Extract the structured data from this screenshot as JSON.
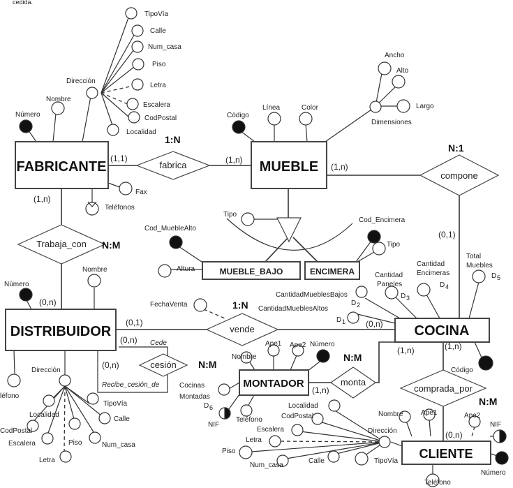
{
  "caption": "cedida.",
  "entities": {
    "fabricante": "FABRICANTE",
    "mueble": "MUEBLE",
    "mueble_bajo": "MUEBLE_BAJO",
    "encimera": "ENCIMERA",
    "distribuidor": "DISTRIBUIDOR",
    "cocina": "COCINA",
    "montador": "MONTADOR",
    "cliente": "CLIENTE"
  },
  "relationships": {
    "fabrica": "fabrica",
    "compone": "compone",
    "trabaja_con": "Trabaja_con",
    "vende": "vende",
    "cesion": "cesión",
    "monta": "monta",
    "comprada_por": "comprada_por"
  },
  "multiplicities": {
    "fabrica": "1:N",
    "compone": "N:1",
    "trabaja_con": "N:M",
    "vende": "1:N",
    "cesion": "N:M",
    "monta": "N:M",
    "comprada_por": "N:M"
  },
  "cardinalities": {
    "fabricante_fabrica": "(1,1)",
    "mueble_fabrica": "(1,n)",
    "mueble_compone": "(1,n)",
    "cocina_compone": "(0,1)",
    "fabricante_trabaja": "(1,n)",
    "distribuidor_trabaja": "(0,n)",
    "distribuidor_vende": "(0,1)",
    "cocina_vende": "(0,n)",
    "cesion_cede": "(0,n)",
    "cesion_recibe": "(0,n)",
    "cocina_monta": "(1,n)",
    "montador_monta": "(1,n)",
    "cocina_comprada": "(1,n)",
    "cliente_comprada": "(0,n)"
  },
  "roles": {
    "cede": "Cede",
    "recibe": "Recibe_cesión_de"
  },
  "attributes": {
    "fab_tipovia": "TipoVía",
    "fab_calle": "Calle",
    "fab_numcasa": "Num_casa",
    "fab_piso": "Piso",
    "fab_letra": "Letra",
    "fab_escalera": "Escalera",
    "fab_codpostal": "CodPostal",
    "fab_localidad": "Localidad",
    "fab_direccion": "Dirección",
    "fab_nombre": "Nombre",
    "fab_numero": "Número",
    "fab_fax": "Fax",
    "fab_telefonos": "Teléfonos",
    "mue_codigo": "Código",
    "mue_linea": "Línea",
    "mue_color": "Color",
    "mue_ancho": "Ancho",
    "mue_alto": "Alto",
    "mue_largo": "Largo",
    "mue_dimensiones": "Dimensiones",
    "isa_tipo": "Tipo",
    "mb_cod": "Cod_MuebleAlto",
    "mb_altura": "Altura",
    "enc_cod": "Cod_Encimera",
    "enc_tipo": "Tipo",
    "coc_cantidad_paneles_1": "Cantidad",
    "coc_cantidad_paneles_2": "Paneles",
    "coc_cantidad_encimeras_1": "Cantidad",
    "coc_cantidad_encimeras_2": "Encimeras",
    "coc_total_muebles_1": "Total",
    "coc_total_muebles_2": "Muebles",
    "coc_cant_bajos": "CantidadMueblesBajos",
    "coc_cant_altos": "CantidadMueblesAltos",
    "coc_codigo": "Código",
    "d1": "D",
    "d1_sub": "1",
    "d2": "D",
    "d2_sub": "2",
    "d3": "D",
    "d3_sub": "3",
    "d4": "D",
    "d4_sub": "4",
    "d5": "D",
    "d5_sub": "5",
    "d6": "D",
    "d6_sub": "6",
    "dis_numero": "Número",
    "dis_nombre": "Nombre",
    "dis_telefono": "léfono",
    "dis_direccion": "Dirección",
    "dis_localidad": "Localidad",
    "dis_codpostal": "CodPostal",
    "dis_escalera": "Escalera",
    "dis_letra": "Letra",
    "dis_piso": "Piso",
    "dis_numcasa": "Num_casa",
    "dis_calle": "Calle",
    "dis_tipovia": "TipoVía",
    "vende_fecha": "FechaVenta",
    "mon_nombre": "Nombre",
    "mon_ape1": "Ape1",
    "mon_ape2": "Ape2",
    "mon_numero": "Número",
    "mon_cocinas_1": "Cocinas",
    "mon_cocinas_2": "Montadas",
    "mon_nif": "NIF",
    "mon_telefono": "Teléfono",
    "cli_localidad": "Localidad",
    "cli_codpostal": "CodPostal",
    "cli_escalera": "Escalera",
    "cli_letra": "Letra",
    "cli_piso": "Piso",
    "cli_numcasa": "Num_casa",
    "cli_calle": "Calle",
    "cli_tipovia": "TipoVía",
    "cli_direccion": "Dirección",
    "cli_nombre": "Nombre",
    "cli_ape1": "Ape1",
    "cli_ape2": "Ape2",
    "cli_nif": "NIF",
    "cli_numero": "Número",
    "cli_telefono": "Teléfono"
  }
}
